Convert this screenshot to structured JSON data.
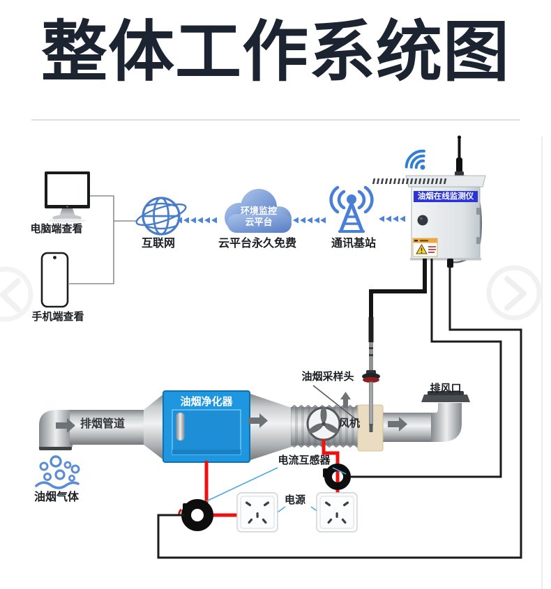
{
  "title": "整体工作系统图",
  "viewers": {
    "computer_label": "电脑端查看",
    "phone_label": "手机端查看"
  },
  "network": {
    "internet_label": "互联网",
    "cloud_text_line1": "环境监控",
    "cloud_text_line2": "云平台",
    "cloud_caption": "云平台永久免费",
    "base_station_label": "通讯基站"
  },
  "device": {
    "banner": "油烟在线监测仪"
  },
  "duct": {
    "pipe_label": "排烟管道",
    "purifier_label": "油烟净化器",
    "fan_label": "风机",
    "sampling_head_label": "油烟采样头",
    "air_outlet_label": "排风口",
    "fume_gas_label": "油烟气体"
  },
  "electrical": {
    "current_transformer_label": "电流互感器",
    "power_label": "电源"
  },
  "icons": {
    "monitor": "desktop-monitor-icon",
    "phone": "smartphone-icon",
    "globe": "internet-globe-icon",
    "cloud": "cloud-platform-icon",
    "tower": "signal-tower-icon",
    "wifi": "wifi-signal-icon",
    "antenna": "antenna-icon",
    "warning": "warning-triangle-icon",
    "fan": "fan-blades-icon",
    "bubbles": "fume-bubbles-icon",
    "socket": "power-socket-icon",
    "transformer": "current-transformer-ring-icon"
  },
  "colors": {
    "title": "#1d2431",
    "accent_blue": "#4a7fd8",
    "cloud_blue": "#6f94d4",
    "purifier_blue": "#1f97e0",
    "banner_blue": "#2b35d6",
    "wire_red": "#ee1111",
    "wire_black": "#1a1a1a",
    "pointer_blue": "#49a8e8",
    "collar_beige": "#e9dcc0",
    "duct_gray": "#b9bdbf"
  }
}
